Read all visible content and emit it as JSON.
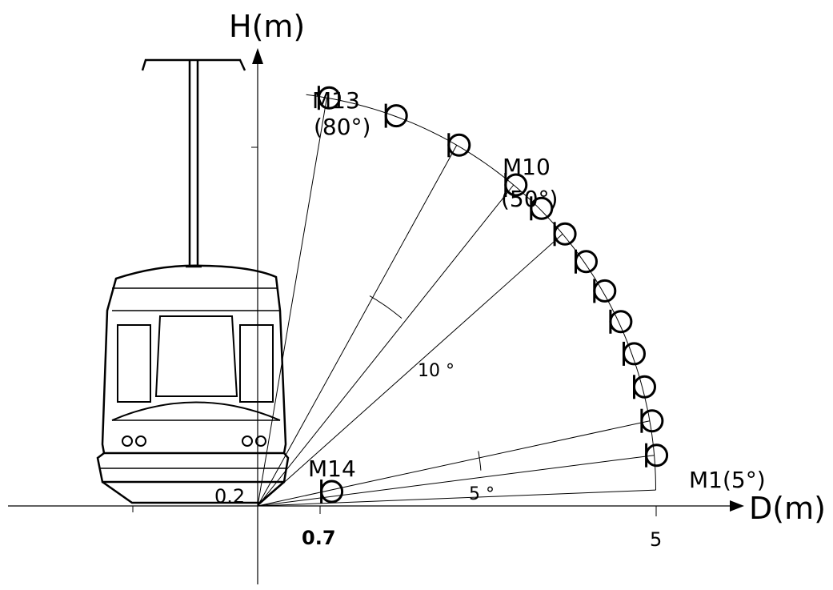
{
  "axes": {
    "y_label": "H(m)",
    "x_label": "D(m)",
    "tick_0_2": "0.2",
    "tick_0_7": "0.7",
    "tick_5": "5"
  },
  "labels": {
    "m13_name": "M13",
    "m13_angle": "(80°)",
    "m10_name": "M10",
    "m10_angle": "(50°)",
    "m1": "M1(5°)",
    "m14": "M14",
    "spacing_10": "10 °",
    "spacing_5": "5 °"
  },
  "microphones": {
    "arc_radius_m": 5,
    "source_height_m": 0.2,
    "angles_deg": [
      5,
      10,
      15,
      20,
      25,
      30,
      35,
      40,
      45,
      50,
      60,
      70,
      80
    ]
  },
  "colors": {
    "ink": "#000000",
    "background": "#ffffff"
  }
}
